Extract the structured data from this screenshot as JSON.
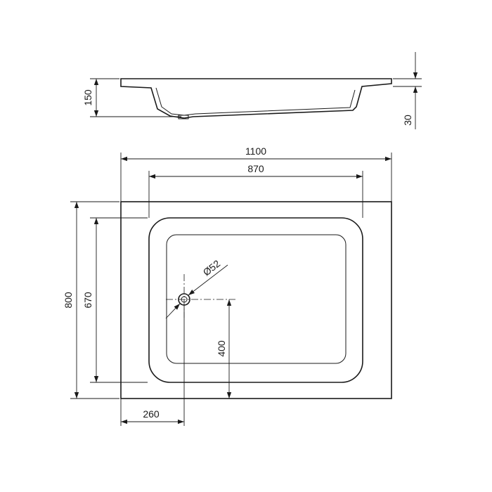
{
  "dimensions": {
    "rim_height": "150",
    "bottom_step": "30",
    "overall_width": "1100",
    "inner_width": "870",
    "overall_depth": "800",
    "inner_depth": "670",
    "drain_diameter": "Ø52",
    "drain_y_offset": "400",
    "drain_x_offset": "260"
  },
  "colors": {
    "line": "#1a1a1a",
    "background": "#ffffff"
  }
}
